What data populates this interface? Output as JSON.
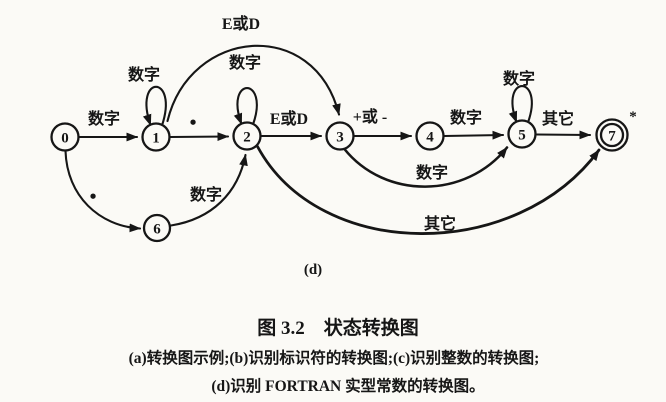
{
  "colors": {
    "paper": "#fbfaf6",
    "ink": "#161616"
  },
  "diagram": {
    "states": [
      {
        "label": "0"
      },
      {
        "label": "1"
      },
      {
        "label": "2"
      },
      {
        "label": "3"
      },
      {
        "label": "4"
      },
      {
        "label": "5"
      },
      {
        "label": "6"
      },
      {
        "label": "7"
      }
    ],
    "final_state_mark": "*",
    "transition_labels": {
      "t_0_1": "数字",
      "t_1_loop": "数字",
      "t_1_2": "•",
      "t_1_3": "E或D",
      "t_2_loop": "数字",
      "t_2_3": "E或D",
      "t_3_4": "+或 -",
      "t_4_5": "数字",
      "t_5_loop": "数字",
      "t_5_7": "其它",
      "t_3_5": "数字",
      "t_0_6": "•",
      "t_6_2": "数字",
      "t_2_7": "其它"
    },
    "subfigure_label": "(d)"
  },
  "caption": {
    "title": "图 3.2　状态转换图",
    "line2": "(a)转换图示例;(b)识别标识符的转换图;(c)识别整数的转换图;",
    "line3": "(d)识别 FORTRAN 实型常数的转换图。"
  }
}
